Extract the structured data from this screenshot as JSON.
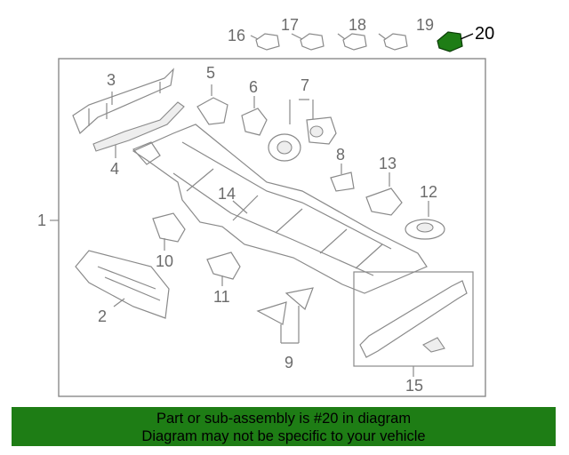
{
  "callouts": [
    {
      "id": "c1",
      "text": "1"
    },
    {
      "id": "c2",
      "text": "2"
    },
    {
      "id": "c3",
      "text": "3"
    },
    {
      "id": "c4",
      "text": "4"
    },
    {
      "id": "c5",
      "text": "5"
    },
    {
      "id": "c6",
      "text": "6"
    },
    {
      "id": "c7",
      "text": "7"
    },
    {
      "id": "c8",
      "text": "8"
    },
    {
      "id": "c9",
      "text": "9"
    },
    {
      "id": "c10",
      "text": "10"
    },
    {
      "id": "c11",
      "text": "11"
    },
    {
      "id": "c12",
      "text": "12"
    },
    {
      "id": "c13",
      "text": "13"
    },
    {
      "id": "c14",
      "text": "14"
    },
    {
      "id": "c15",
      "text": "15"
    },
    {
      "id": "c16",
      "text": "16"
    },
    {
      "id": "c17",
      "text": "17"
    },
    {
      "id": "c18",
      "text": "18"
    },
    {
      "id": "c19",
      "text": "19"
    }
  ],
  "highlight": {
    "part_number": "20",
    "color": "#1e7d15"
  },
  "banner": {
    "line1": "Part or sub-assembly is #20 in diagram",
    "line2": "Diagram may not be specific to your vehicle",
    "background": "#1e7d15"
  }
}
